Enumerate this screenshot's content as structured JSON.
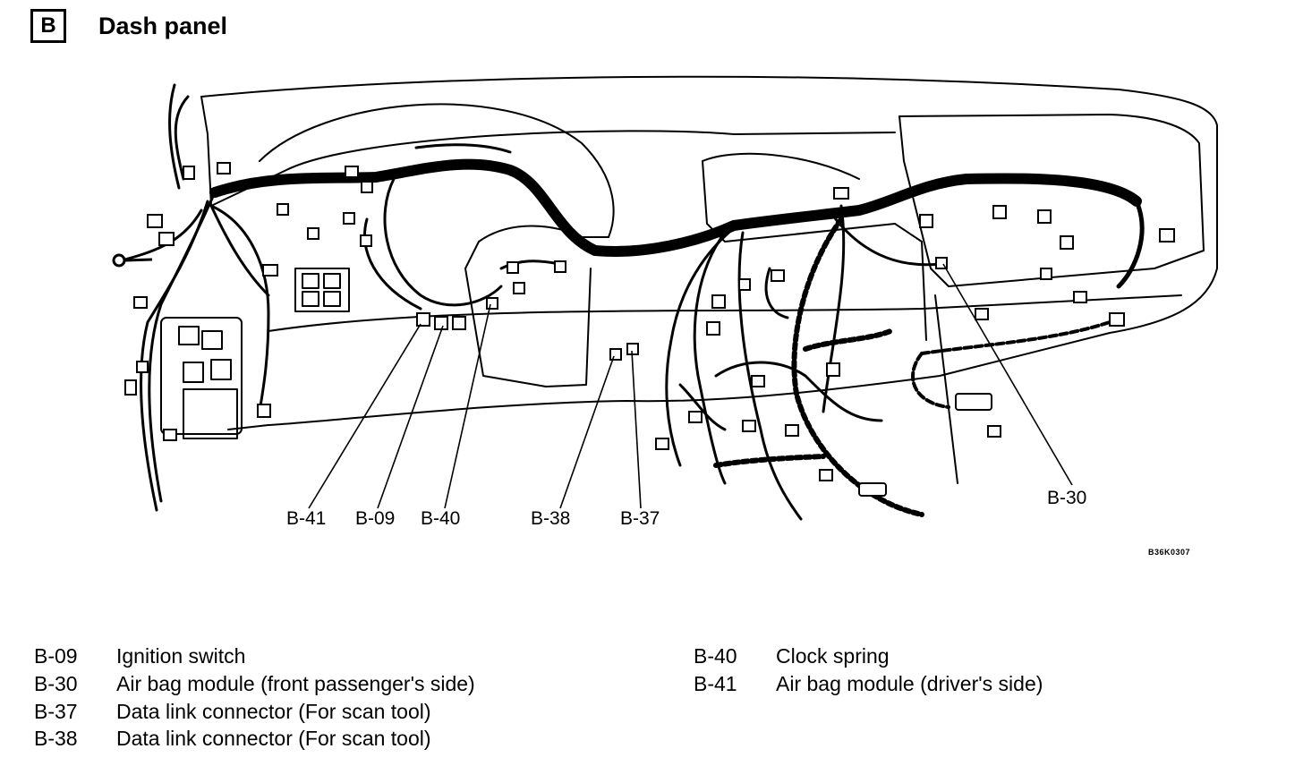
{
  "header": {
    "section_letter": "B",
    "title": "Dash panel"
  },
  "callouts": [
    {
      "label": "B-41"
    },
    {
      "label": "B-09"
    },
    {
      "label": "B-40"
    },
    {
      "label": "B-38"
    },
    {
      "label": "B-37"
    },
    {
      "label": "B-30"
    }
  ],
  "figure_code": "B36K0307",
  "legend": [
    {
      "id": "B-09",
      "desc": "Ignition switch"
    },
    {
      "id": "B-30",
      "desc": "Air bag module (front passenger's side)"
    },
    {
      "id": "B-37",
      "desc": "Data link connector (For scan tool)"
    },
    {
      "id": "B-38",
      "desc": "Data link connector (For scan tool)"
    },
    {
      "id": "B-40",
      "desc": "Clock spring"
    },
    {
      "id": "B-41",
      "desc": "Air bag module (driver's side)"
    }
  ]
}
